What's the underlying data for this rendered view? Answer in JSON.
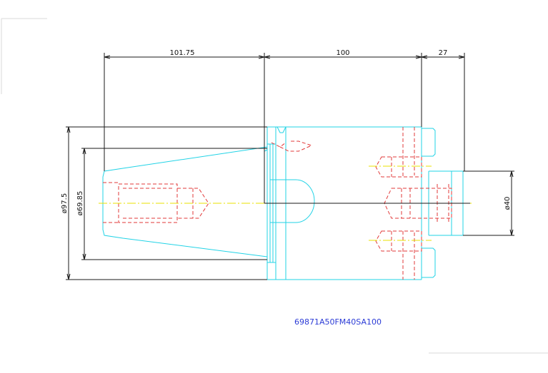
{
  "drawing": {
    "dimensions": {
      "length_1": "101.75",
      "length_2": "100",
      "length_3": "27",
      "diameter_outer": "ø97.5",
      "diameter_inner": "ø69.85",
      "diameter_shank": "ø40"
    },
    "part_number": "69871A50FM40SA100",
    "colors": {
      "outline": "#1a1a1a",
      "body": "#22d3e6",
      "hidden": "#e23a3a",
      "centerline": "#e8e000",
      "part_number": "#2b3bd6"
    }
  }
}
